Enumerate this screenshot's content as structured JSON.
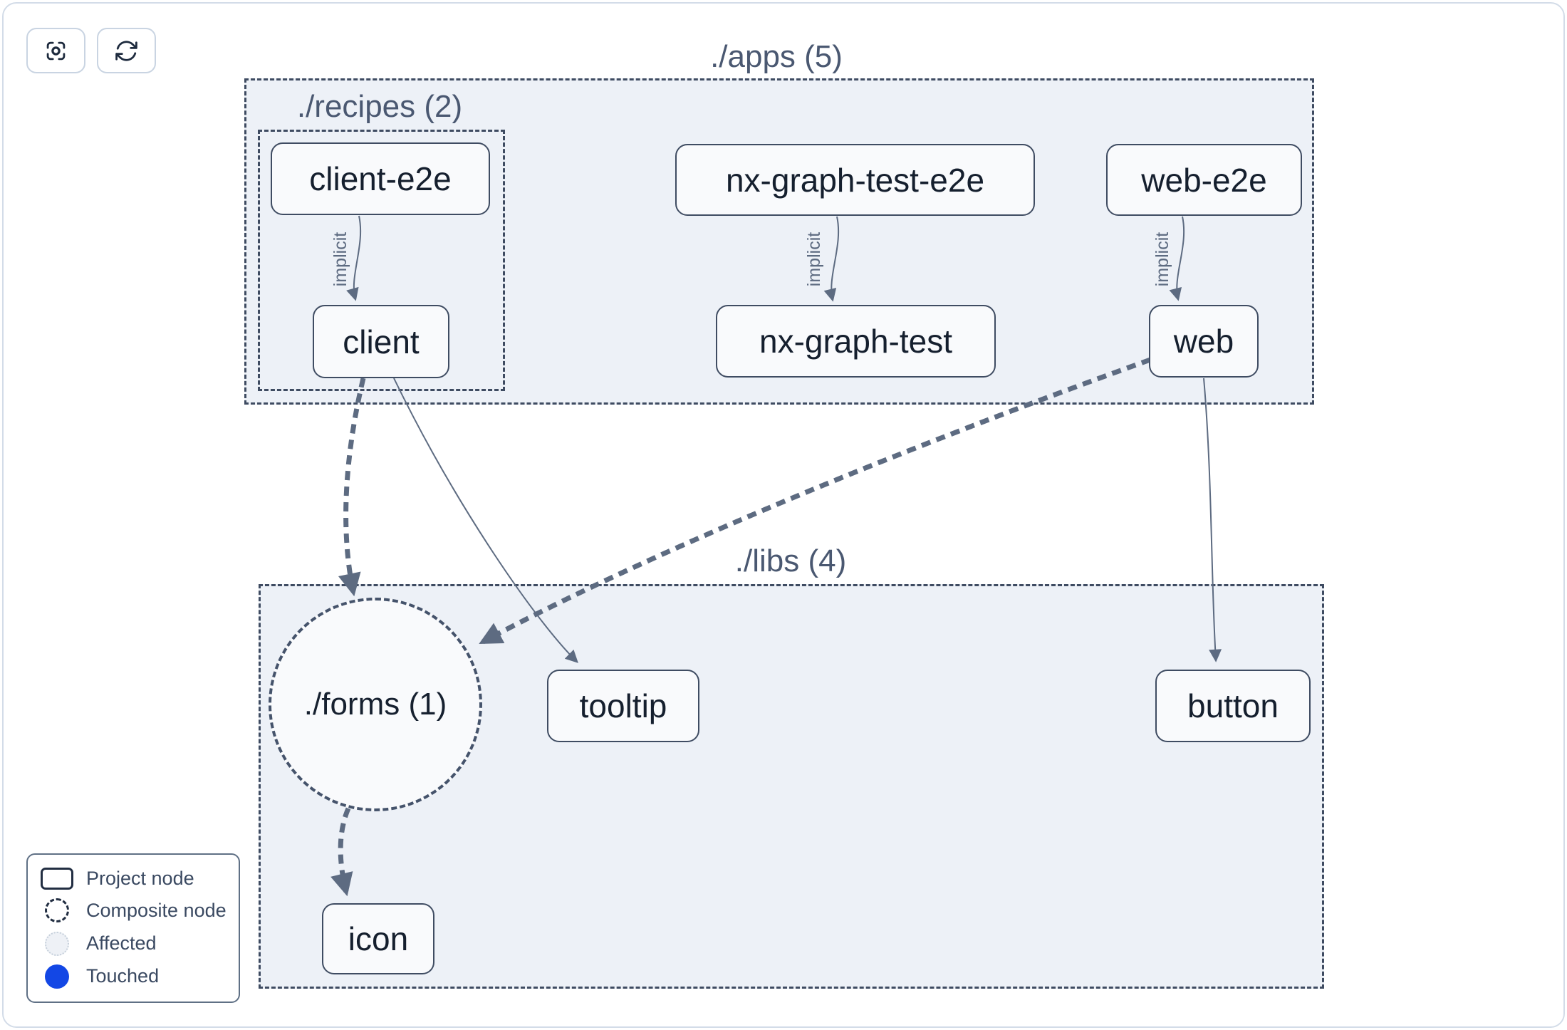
{
  "toolbar": {
    "zoom_to_fit_button": {
      "icon": "focus-icon"
    },
    "refresh_button": {
      "icon": "refresh-icon"
    }
  },
  "graph": {
    "groups": {
      "apps": {
        "label": "./apps (5)"
      },
      "recipes": {
        "label": "./recipes (2)"
      },
      "libs": {
        "label": "./libs (4)"
      }
    },
    "nodes": {
      "client_e2e": {
        "label": "client-e2e"
      },
      "nx_graph_test_e2e": {
        "label": "nx-graph-test-e2e"
      },
      "web_e2e": {
        "label": "web-e2e"
      },
      "client": {
        "label": "client"
      },
      "nx_graph_test": {
        "label": "nx-graph-test"
      },
      "web": {
        "label": "web"
      },
      "tooltip": {
        "label": "tooltip"
      },
      "button": {
        "label": "button"
      },
      "icon": {
        "label": "icon"
      }
    },
    "composite_nodes": {
      "forms": {
        "label": "./forms (1)"
      }
    },
    "edges": [
      {
        "from": "client-e2e",
        "to": "client",
        "type": "implicit",
        "label": "implicit"
      },
      {
        "from": "nx-graph-test-e2e",
        "to": "nx-graph-test",
        "type": "implicit",
        "label": "implicit"
      },
      {
        "from": "web-e2e",
        "to": "web",
        "type": "implicit",
        "label": "implicit"
      },
      {
        "from": "client",
        "to": "tooltip",
        "type": "static",
        "label": ""
      },
      {
        "from": "web",
        "to": "button",
        "type": "static",
        "label": ""
      },
      {
        "from": "client",
        "to": "./forms (1)",
        "type": "composite",
        "label": ""
      },
      {
        "from": "web",
        "to": "./forms (1)",
        "type": "composite",
        "label": ""
      },
      {
        "from": "./forms (1)",
        "to": "icon",
        "type": "composite",
        "label": ""
      }
    ]
  },
  "legend": {
    "items": [
      {
        "label": "Project node",
        "swatch": "project-node-swatch"
      },
      {
        "label": "Composite node",
        "swatch": "composite-node-swatch"
      },
      {
        "label": "Affected",
        "swatch": "affected-swatch"
      },
      {
        "label": "Touched",
        "swatch": "touched-swatch"
      }
    ]
  },
  "colors": {
    "container_fill": "#edf1f7",
    "dashed_border": "#3e4b61",
    "node_border": "#3f4c62",
    "node_fill": "#f9fafc",
    "edge": "#5d6b81",
    "title_text": "#4a5871",
    "node_text": "#151f2e",
    "touched_blue": "#1347e5",
    "affected_fill": "#eef1f6"
  }
}
